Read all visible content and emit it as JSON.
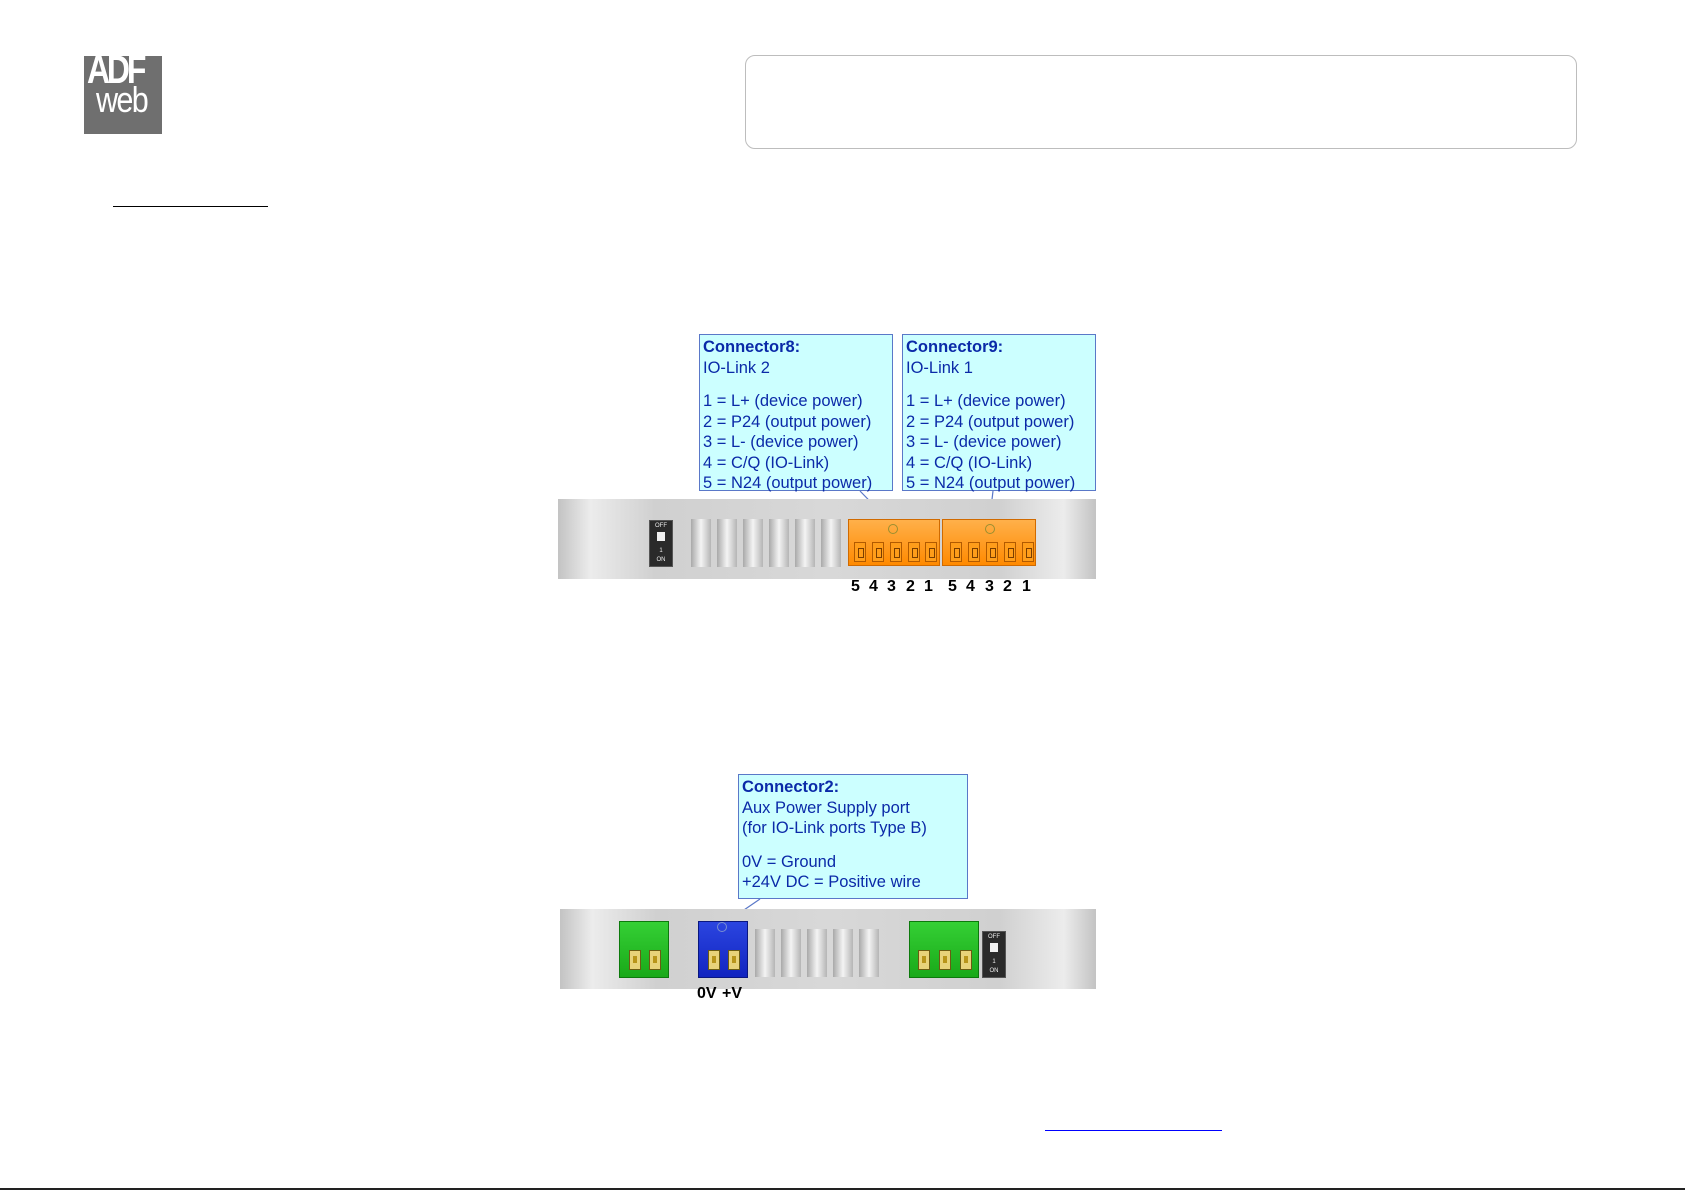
{
  "logo": {
    "top": "ADF",
    "bottom": "web"
  },
  "connector8": {
    "title": "Connector8:",
    "subtitle": "IO-Link 2",
    "pins": [
      "1 = L+ (device power)",
      "2 = P24 (output power)",
      "3 = L- (device power)",
      "4 = C/Q (IO-Link)",
      "5 = N24 (output power)"
    ]
  },
  "connector9": {
    "title": "Connector9:",
    "subtitle": "IO-Link 1",
    "pins": [
      "1 = L+ (device power)",
      "2 = P24 (output power)",
      "3 = L- (device power)",
      "4 = C/Q (IO-Link)",
      "5 = N24 (output power)"
    ]
  },
  "connector2": {
    "title": "Connector2:",
    "lines": [
      "Aux Power Supply port",
      "(for IO-Link ports Type B)"
    ],
    "pins": [
      "0V = Ground",
      "+24V DC = Positive wire"
    ]
  },
  "top_device": {
    "dip": {
      "off": "OFF",
      "one": "1",
      "on": "ON"
    },
    "pin_numbers": [
      "5",
      "4",
      "3",
      "2",
      "1",
      "5",
      "4",
      "3",
      "2",
      "1"
    ]
  },
  "bottom_device": {
    "dip": {
      "off": "OFF",
      "one": "1",
      "on": "ON"
    },
    "pin_labels": [
      "0V",
      "+V"
    ]
  },
  "colors": {
    "callout_bg": "#ccffff",
    "callout_text": "#0b2aa8",
    "terminal_orange": "#ff9a1a",
    "terminal_green": "#22bb22",
    "terminal_blue": "#1a30d0"
  }
}
